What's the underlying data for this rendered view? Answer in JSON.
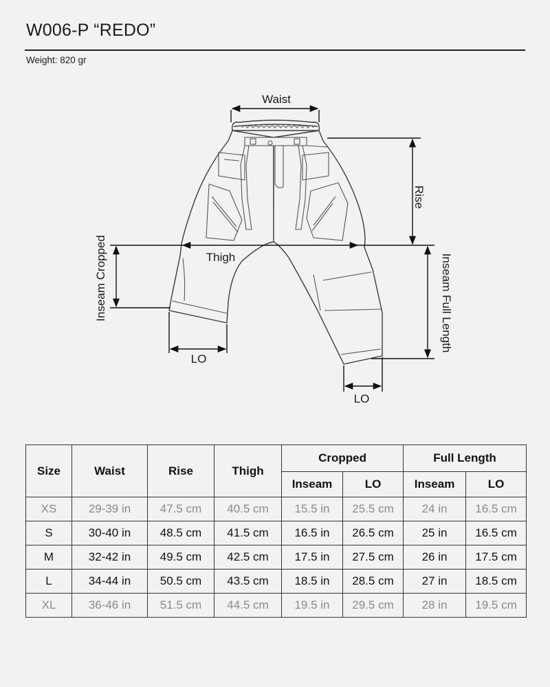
{
  "header": {
    "title": "W006-P “REDO”",
    "weight": "Weight: 820 gr"
  },
  "diagram": {
    "labels": {
      "waist": "Waist",
      "rise": "Rise",
      "thigh": "Thigh",
      "inseam_cropped": "Inseam Cropped",
      "inseam_full": "Inseam Full Length",
      "lo_left": "LO",
      "lo_right": "LO"
    }
  },
  "table": {
    "headers": {
      "size": "Size",
      "waist": "Waist",
      "rise": "Rise",
      "thigh": "Thigh",
      "cropped": "Cropped",
      "full_length": "Full Length",
      "inseam_c": "Inseam",
      "lo_c": "LO",
      "inseam_f": "Inseam",
      "lo_f": "LO"
    },
    "rows": [
      {
        "size": "XS",
        "waist": "29-39 in",
        "rise": "47.5 cm",
        "thigh": "40.5 cm",
        "inseam_c": "15.5 in",
        "lo_c": "25.5 cm",
        "inseam_f": "24 in",
        "lo_f": "16.5 cm"
      },
      {
        "size": "S",
        "waist": "30-40 in",
        "rise": "48.5 cm",
        "thigh": "41.5 cm",
        "inseam_c": "16.5 in",
        "lo_c": "26.5 cm",
        "inseam_f": "25 in",
        "lo_f": "16.5 cm"
      },
      {
        "size": "M",
        "waist": "32-42 in",
        "rise": "49.5 cm",
        "thigh": "42.5 cm",
        "inseam_c": "17.5 in",
        "lo_c": "27.5 cm",
        "inseam_f": "26 in",
        "lo_f": "17.5 cm"
      },
      {
        "size": "L",
        "waist": "34-44 in",
        "rise": "50.5 cm",
        "thigh": "43.5 cm",
        "inseam_c": "18.5 in",
        "lo_c": "28.5 cm",
        "inseam_f": "27 in",
        "lo_f": "18.5 cm"
      },
      {
        "size": "XL",
        "waist": "36-46 in",
        "rise": "51.5 cm",
        "thigh": "44.5 cm",
        "inseam_c": "19.5 in",
        "lo_c": "29.5 cm",
        "inseam_f": "28 in",
        "lo_f": "19.5 cm"
      }
    ]
  }
}
